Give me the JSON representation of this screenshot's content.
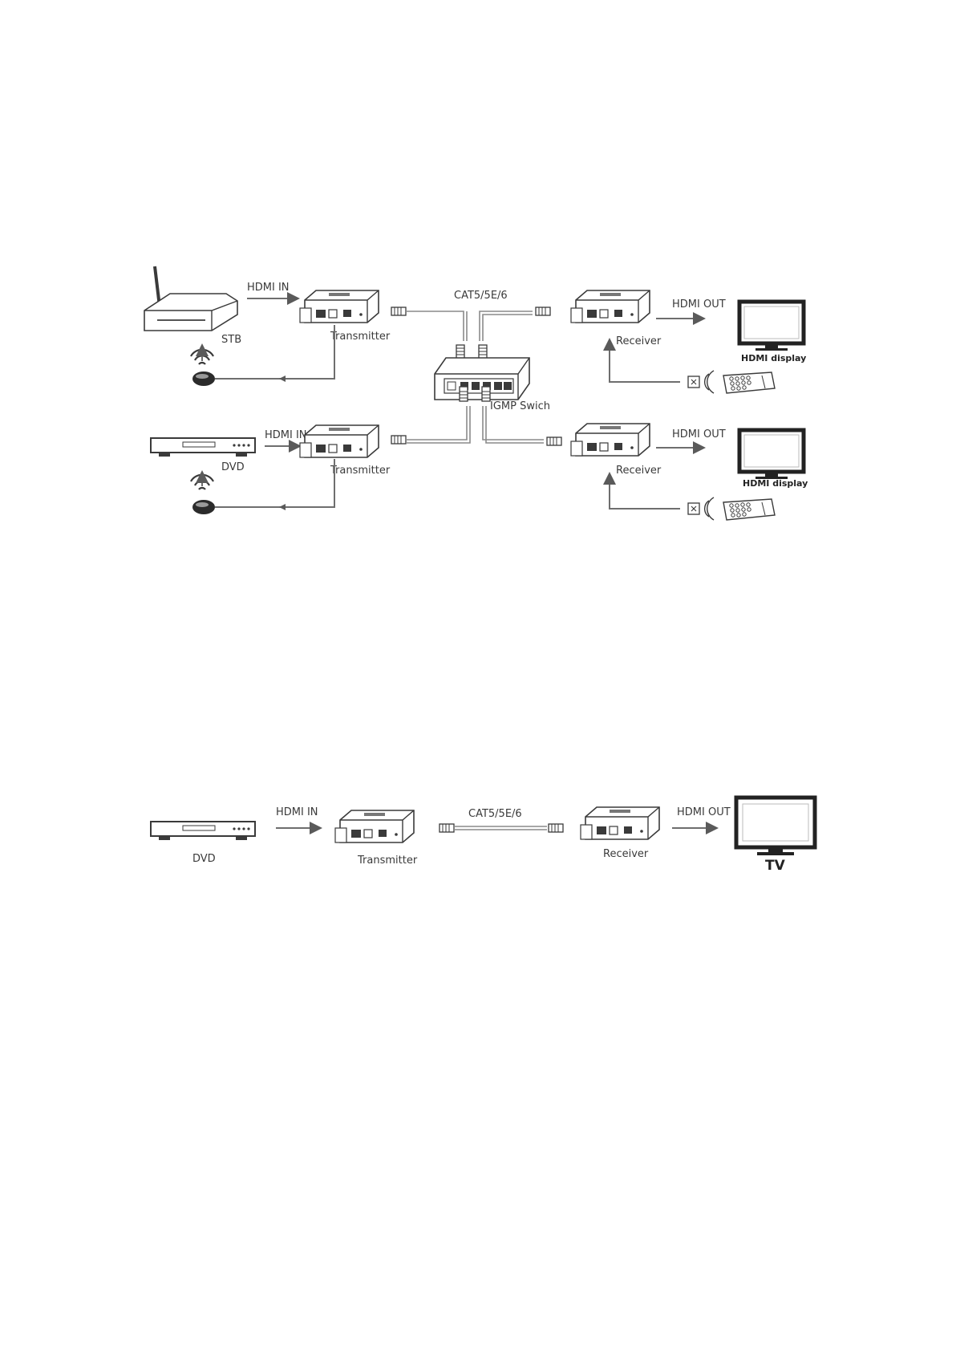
{
  "diagram1": {
    "labels": {
      "stb": "STB",
      "dvd": "DVD",
      "hdmi_in_top": "HDMI IN",
      "hdmi_in_bottom": "HDMI IN",
      "transmitter_top": "Transmitter",
      "transmitter_bottom": "Transmitter",
      "cable": "CAT5/5E/6",
      "switch": "IGMP Swich",
      "hdmi_out_top": "HDMI OUT",
      "hdmi_out_bottom": "HDMI OUT",
      "receiver_top": "Receiver",
      "receiver_bottom": "Receiver",
      "display_top": "HDMI display",
      "display_bottom": "HDMI display"
    }
  },
  "diagram2": {
    "labels": {
      "dvd": "DVD",
      "hdmi_in": "HDMI IN",
      "transmitter": "Transmitter",
      "cable": "CAT5/5E/6",
      "receiver": "Receiver",
      "hdmi_out": "HDMI OUT",
      "tv": "TV"
    }
  },
  "colors": {
    "line": "#6e6e6e",
    "ink": "#3a3a3a",
    "background": "#ffffff"
  }
}
